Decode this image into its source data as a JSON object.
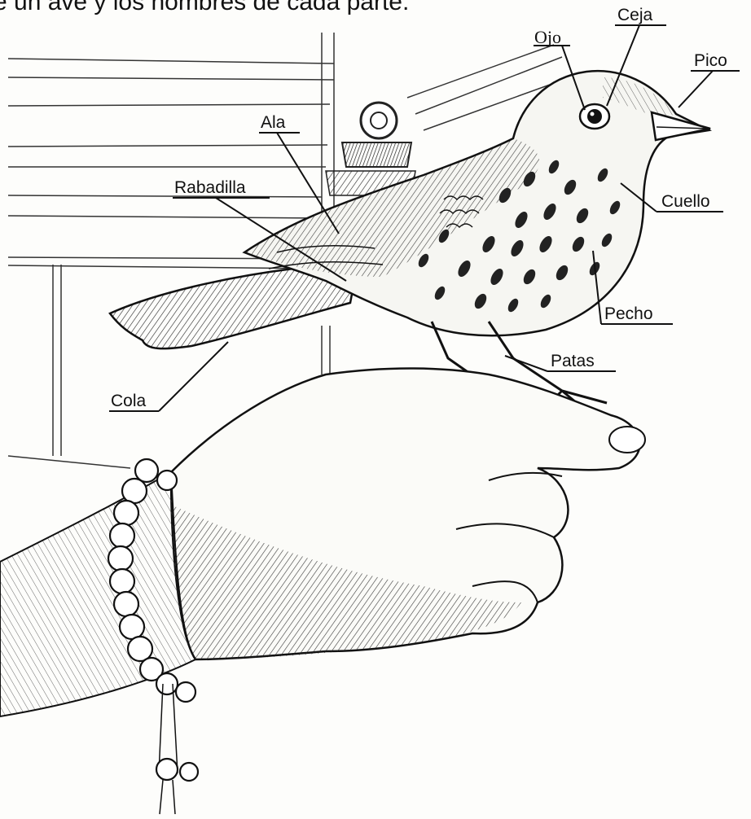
{
  "caption": "e un ave y los nombres de cada parte.",
  "labels": {
    "ojo": "Ojo",
    "ceja": "Ceja",
    "pico": "Pico",
    "ala": "Ala",
    "rabadilla": "Rabadilla",
    "cuello": "Cuello",
    "pecho": "Pecho",
    "patas": "Patas",
    "cola": "Cola"
  },
  "illustration": {
    "subject": "bird perched on a hand",
    "style": "black ink engraving on white",
    "ink_color": "#1a1a1a",
    "paper_color": "#fdfdfb"
  }
}
